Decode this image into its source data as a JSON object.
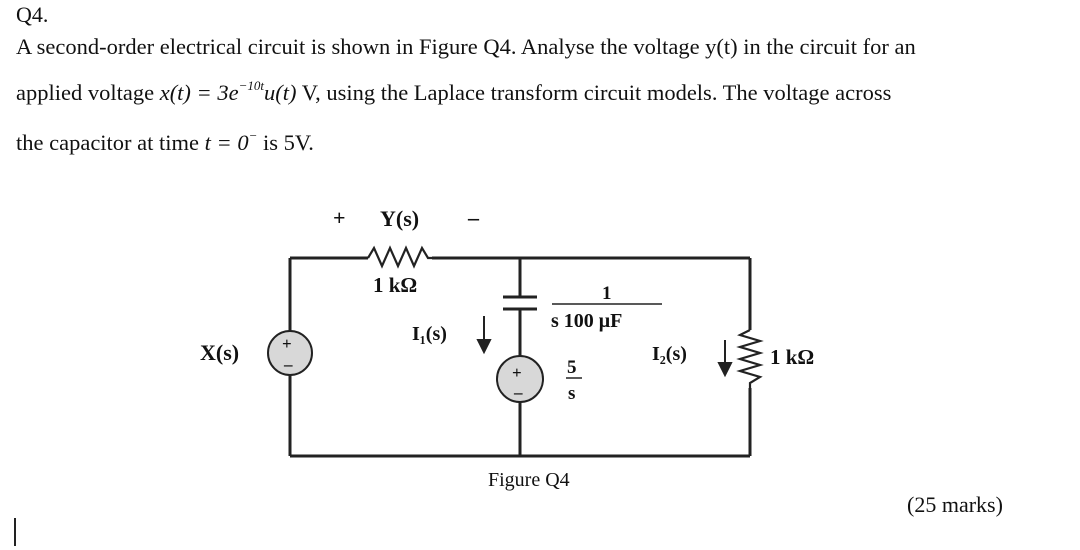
{
  "question": {
    "number": "Q4.",
    "line1": "A second-order electrical circuit is shown in Figure Q4. Analyse the voltage y(t) in the circuit for an",
    "line2_a": "applied voltage ",
    "line2_x": "x(t) = 3e",
    "line2_sup": "−10t",
    "line2_u": "u(t)",
    "line2_b": " V, using the Laplace transform circuit models. The voltage across",
    "line3_a": "the capacitor at time ",
    "line3_t": "t = 0",
    "line3_sup": "−",
    "line3_b": " is 5V.",
    "marks": "(25 marks)"
  },
  "figure": {
    "caption": "Figure Q4",
    "source_label": "X(s)",
    "output_label": "Y(s)",
    "plus": "+",
    "minus": "–",
    "r1_label": "1 kΩ",
    "r2_label": "1 kΩ",
    "i1_label": "I₁(s)",
    "i2_label": "I₂(s)",
    "cap_num": "1",
    "cap_den": "s 100 μF",
    "init_num": "5",
    "init_den": "s"
  }
}
